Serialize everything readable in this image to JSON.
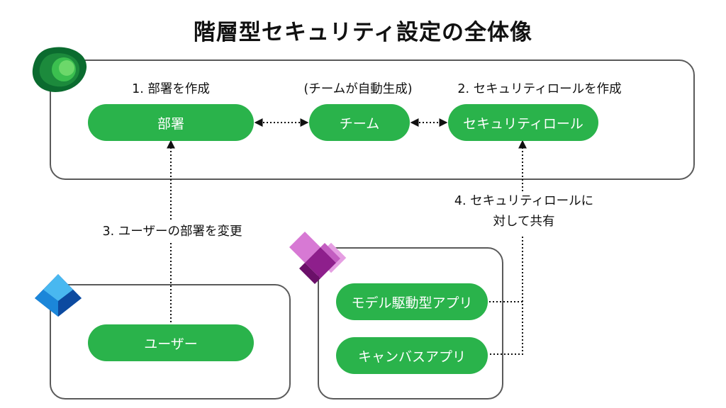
{
  "title": "階層型セキュリティ設定の全体像",
  "labels": {
    "step1": "1. 部署を作成",
    "auto": "(チームが自動生成)",
    "step2": "2. セキュリティロールを作成",
    "step3": "3. ユーザーの部署を変更",
    "step4_line1": "4. セキュリティロールに",
    "step4_line2": "対して共有"
  },
  "nodes": {
    "department": "部署",
    "team": "チーム",
    "security_role": "セキュリティロール",
    "user": "ユーザー",
    "model_driven_app": "モデル駆動型アプリ",
    "canvas_app": "キャンバスアプリ"
  },
  "icons": {
    "dataverse": "dataverse-logo-icon",
    "entra": "entra-id-logo-icon",
    "power_apps": "power-apps-logo-icon"
  },
  "colors": {
    "node": "#2ab34b",
    "node_text": "#ffffff",
    "box_border": "#5a5a5a",
    "connector": "#111111"
  }
}
